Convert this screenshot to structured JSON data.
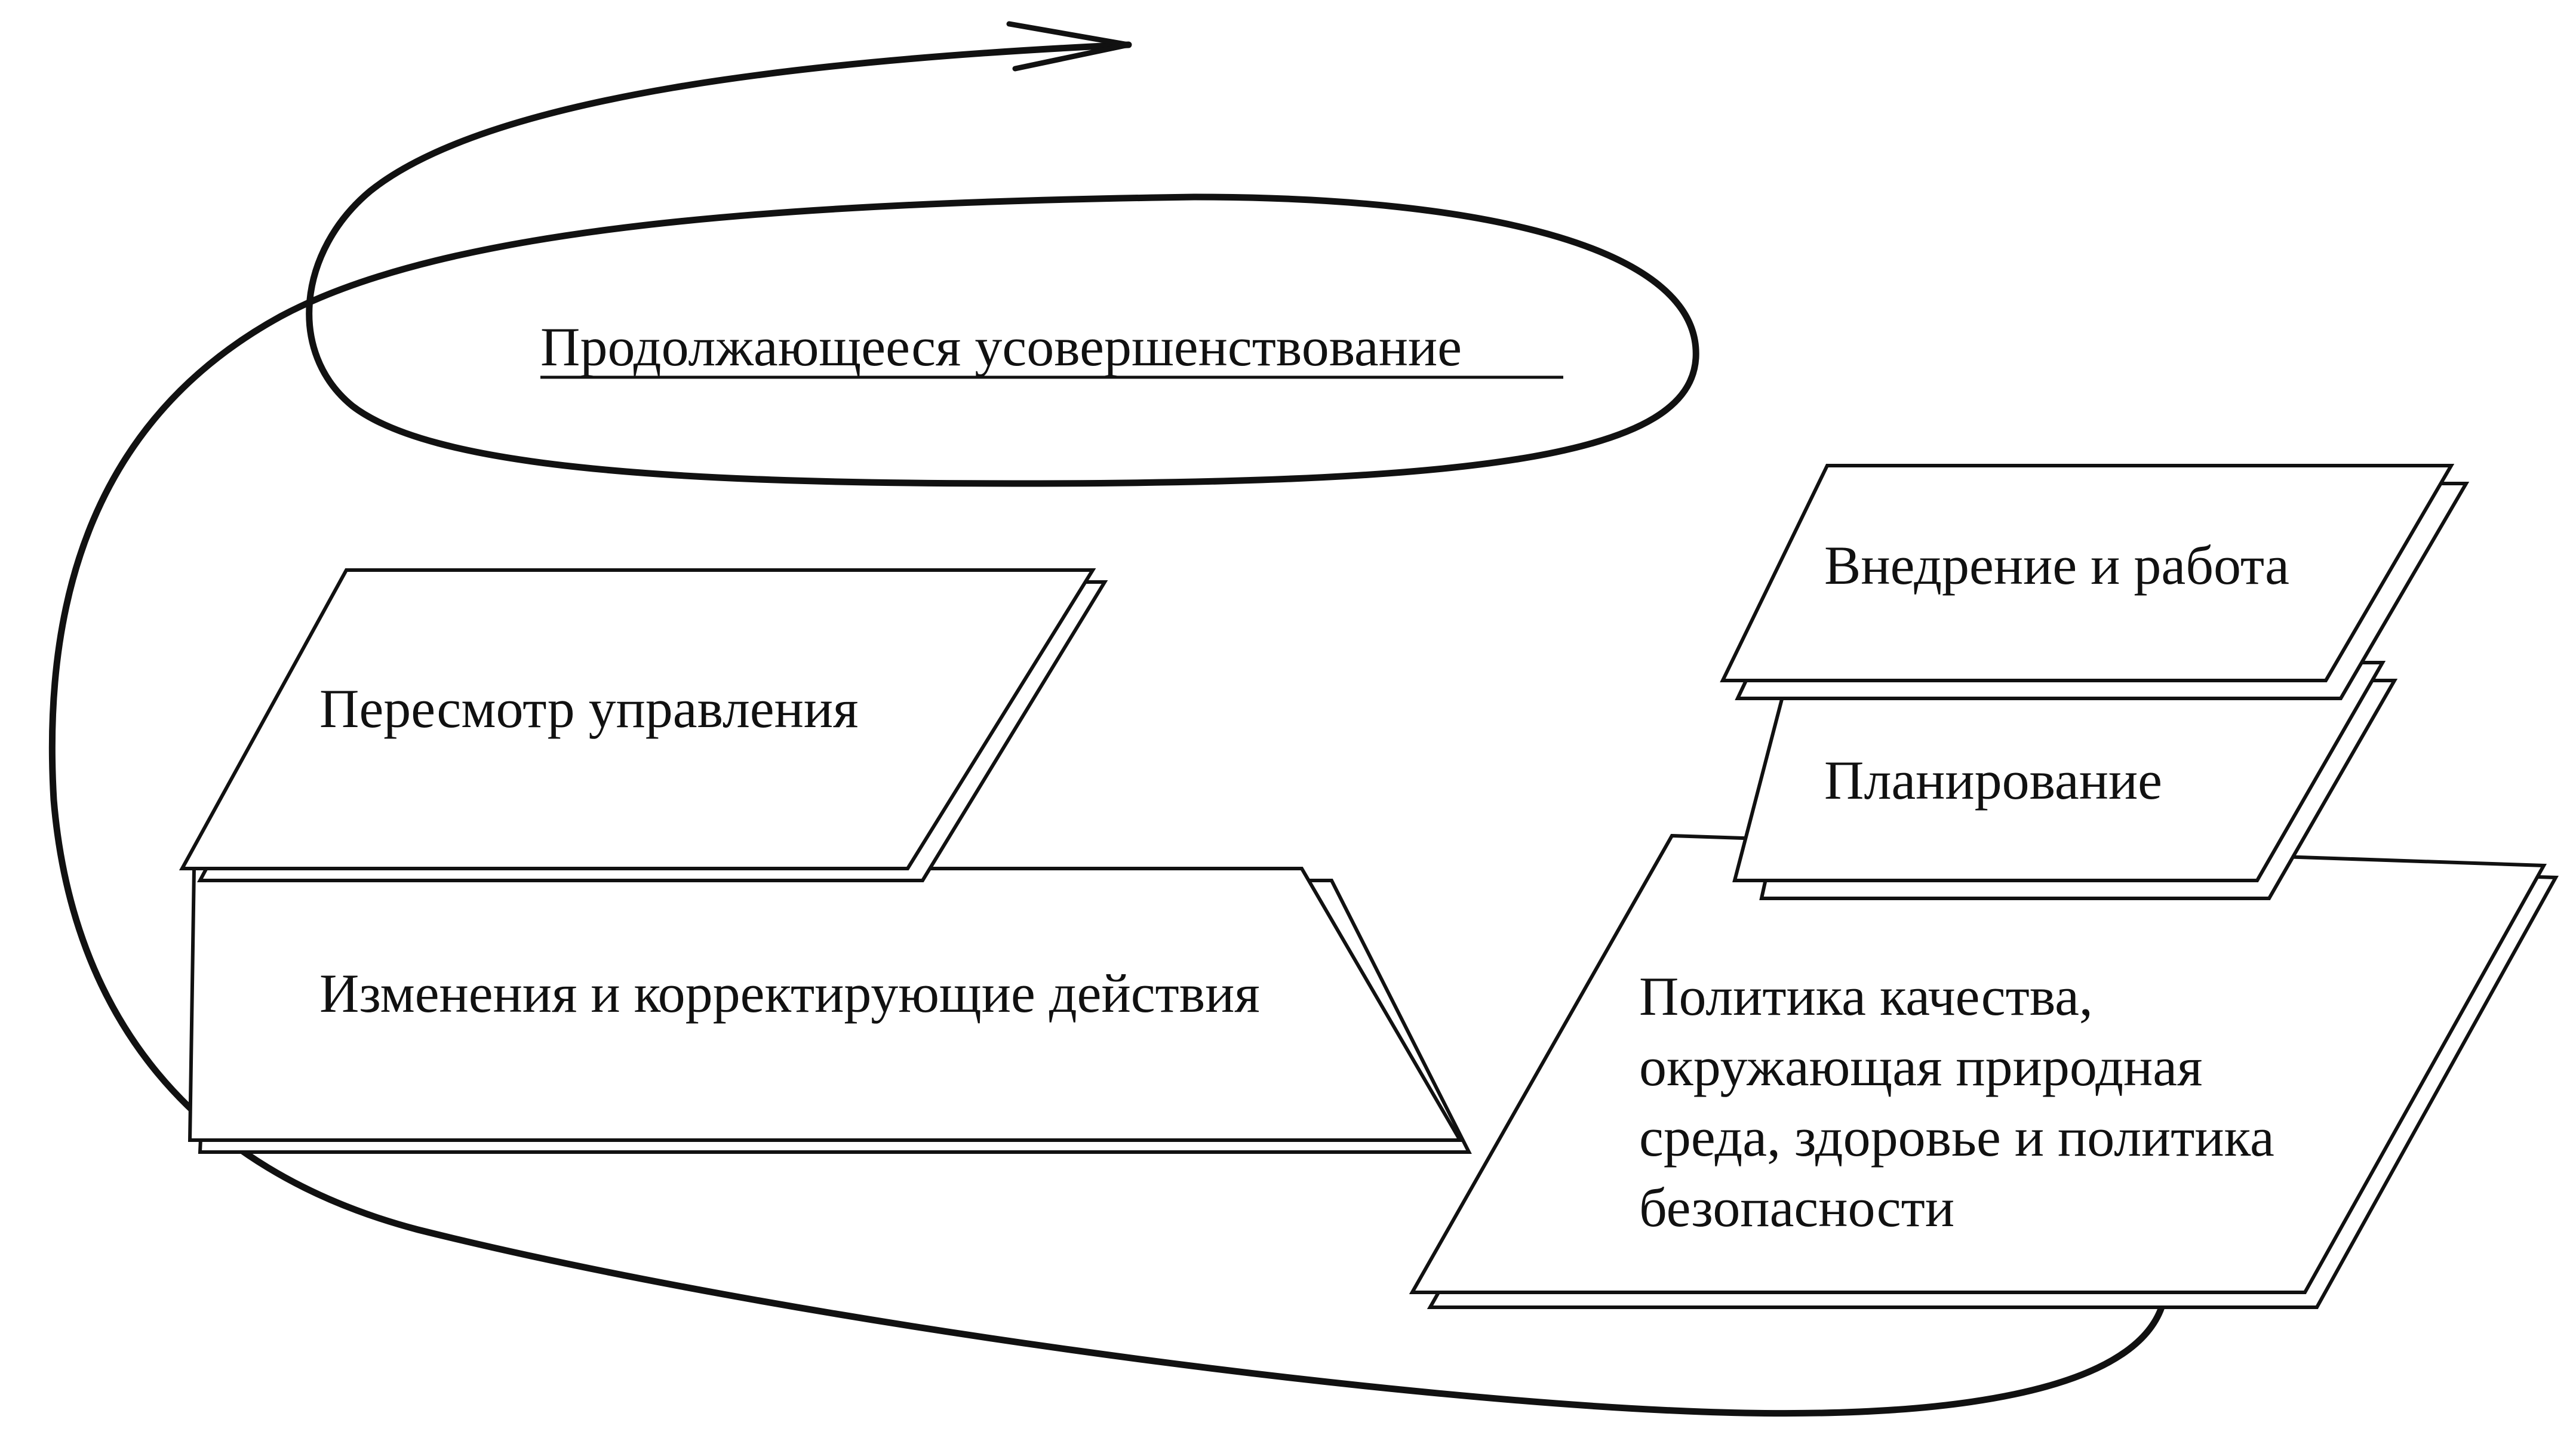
{
  "diagram": {
    "loop_label": "Продолжающееся усовершенствование",
    "stages": {
      "review": "Пересмотр управления",
      "corrective": "Изменения и корректирующие действия",
      "implementation": "Внедрение и работа",
      "planning": "Планирование",
      "policy": [
        "Политика качества,",
        "окружающая природная",
        "среда, здоровье и политика",
        "безопасности"
      ]
    }
  }
}
